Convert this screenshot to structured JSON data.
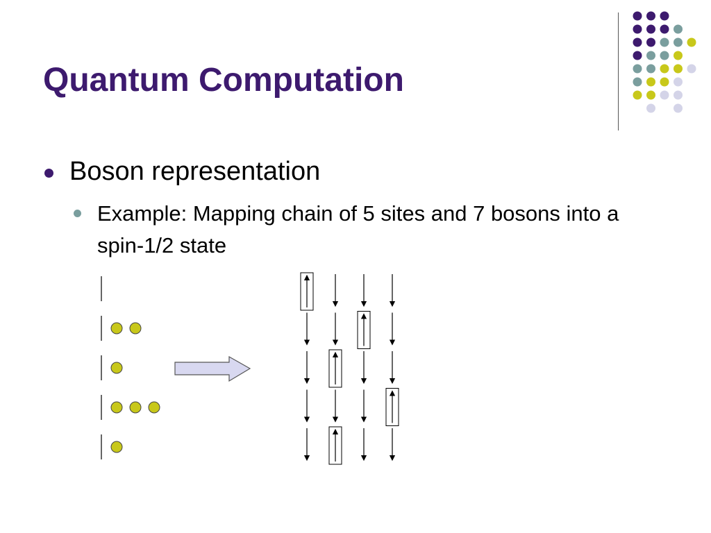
{
  "slide": {
    "title": "Quantum Computation",
    "bullet1": "Boson representation",
    "bullet2": "Example: Mapping chain of 5 sites and 7 bosons into a spin-1/2 state"
  },
  "colors": {
    "title": "#3d1a6e",
    "dark_purple": "#3d1a6e",
    "teal": "#7a9e9e",
    "yellow": "#c8c81a",
    "lavender": "#d4d4e8",
    "arrow_fill": "#d8d8f0"
  },
  "decor_grid": [
    [
      "P",
      "P",
      "P",
      null,
      null
    ],
    [
      "P",
      "P",
      "P",
      "T",
      null
    ],
    [
      "P",
      "P",
      "T",
      "T",
      "Y"
    ],
    [
      "P",
      "T",
      "T",
      "Y",
      null
    ],
    [
      "T",
      "T",
      "Y",
      "Y",
      "L"
    ],
    [
      "T",
      "Y",
      "Y",
      "L",
      null
    ],
    [
      "Y",
      "Y",
      "L",
      "L",
      null
    ],
    [
      null,
      "L",
      null,
      "L",
      null
    ]
  ],
  "chain": {
    "sites": 5,
    "bosons": 7,
    "bosons_per_site": [
      0,
      2,
      1,
      3,
      1
    ]
  },
  "spins": {
    "columns": 4,
    "rows": 5,
    "up": [
      [
        0,
        0
      ],
      [
        2,
        1
      ],
      [
        1,
        2
      ],
      [
        3,
        3
      ],
      [
        1,
        4
      ]
    ]
  }
}
